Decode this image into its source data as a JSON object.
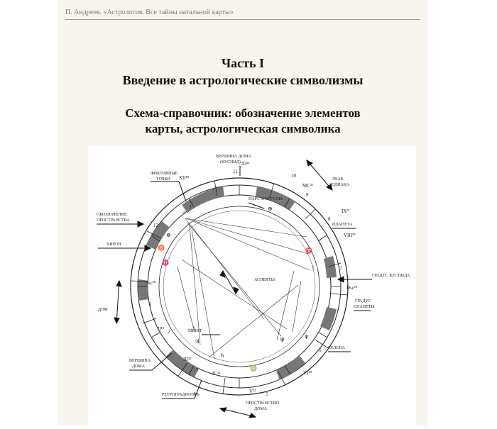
{
  "header": {
    "running_head": "П.  Андреев.  «Астрология. Все тайны натальной карты»"
  },
  "title": {
    "part": "Часть I",
    "subtitle": "Введение в астрологические символизмы",
    "scheme_line1": "Схема-справочник: обозначение элементов",
    "scheme_line2": "карты, астрологическая символика"
  },
  "diagram": {
    "labels": {
      "house_top1": "ВЕРШИНА ДОМА",
      "house_top2": "(КУСПИД)",
      "fictive1": "ФИКТИВНЫЕ",
      "fictive2": "ТОЧКИ",
      "space1": "ОБОЗНАЧЕНИЕ",
      "space2": "ПРОСТРАНСТВА",
      "chiron": "ХИРОН",
      "house": "ДОМ",
      "aspects": "АСПЕКТЫ",
      "fortune": "ПАРС ФОРТУНЫ",
      "sign1": "ЗНАК",
      "sign2": "ЗОДИАКА",
      "planet": "ПЛАНЕТА",
      "cusp_degree": "ГРАДУС КУСПИДА",
      "planet_degree1": "ГРАДУС",
      "planet_degree2": "ПЛАНЕТЫ",
      "selena": "СЕЛЕНА",
      "lilith": "ЛИЛИТ",
      "house_vertex1": "ВЕРШИНА",
      "house_vertex2": "ДОМА",
      "retro": "РЕТРОГРАДНОСТЬ",
      "house_space1": "ПРОСТРАНСТВО",
      "house_space2": "ДОМА"
    },
    "house_numbers": [
      "1",
      "2",
      "3",
      "4",
      "5",
      "6",
      "7",
      "8",
      "9",
      "10",
      "11",
      "12"
    ],
    "cusps": {
      "asc": "Asc¹⁸",
      "ii": "II¹⁸",
      "iii": "III¹⁸",
      "ic": "IC²¹",
      "v": "V²¹",
      "vi": "VI¹⁸",
      "dsc": "Dsc¹⁸",
      "viii": "VIII¹⁸",
      "ix": "IX²¹",
      "mc": "MC²¹",
      "xi": "XI²¹",
      "xii": "XII¹⁸"
    }
  }
}
